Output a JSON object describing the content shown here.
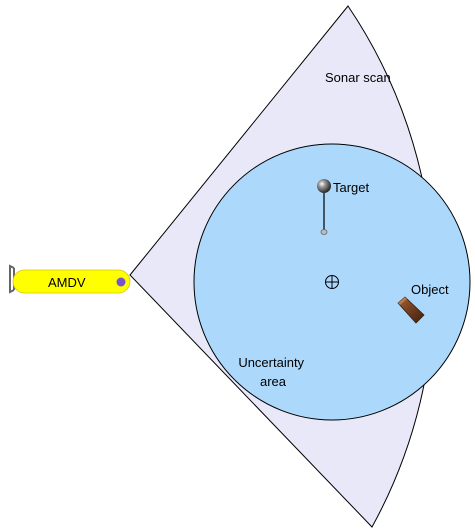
{
  "labels": {
    "sonar_scan": "Sonar scan",
    "target": "Target",
    "object": "Object",
    "uncertainty_line1": "Uncertainty",
    "uncertainty_line2": "area",
    "vehicle": "AMDV"
  },
  "colors": {
    "sonar_fill": "#e8e8f9",
    "uncertainty_fill": "#acd8fc",
    "outline": "#000000",
    "vehicle_body": "#ffff00",
    "vehicle_sensor": "#7755cc",
    "object_fill": "#6b3a1e",
    "target_ball": "#444444"
  },
  "icons": {
    "center_marker": "crosshair-circle-icon",
    "target_marker": "target-pin-icon",
    "object_marker": "debris-object-icon"
  }
}
